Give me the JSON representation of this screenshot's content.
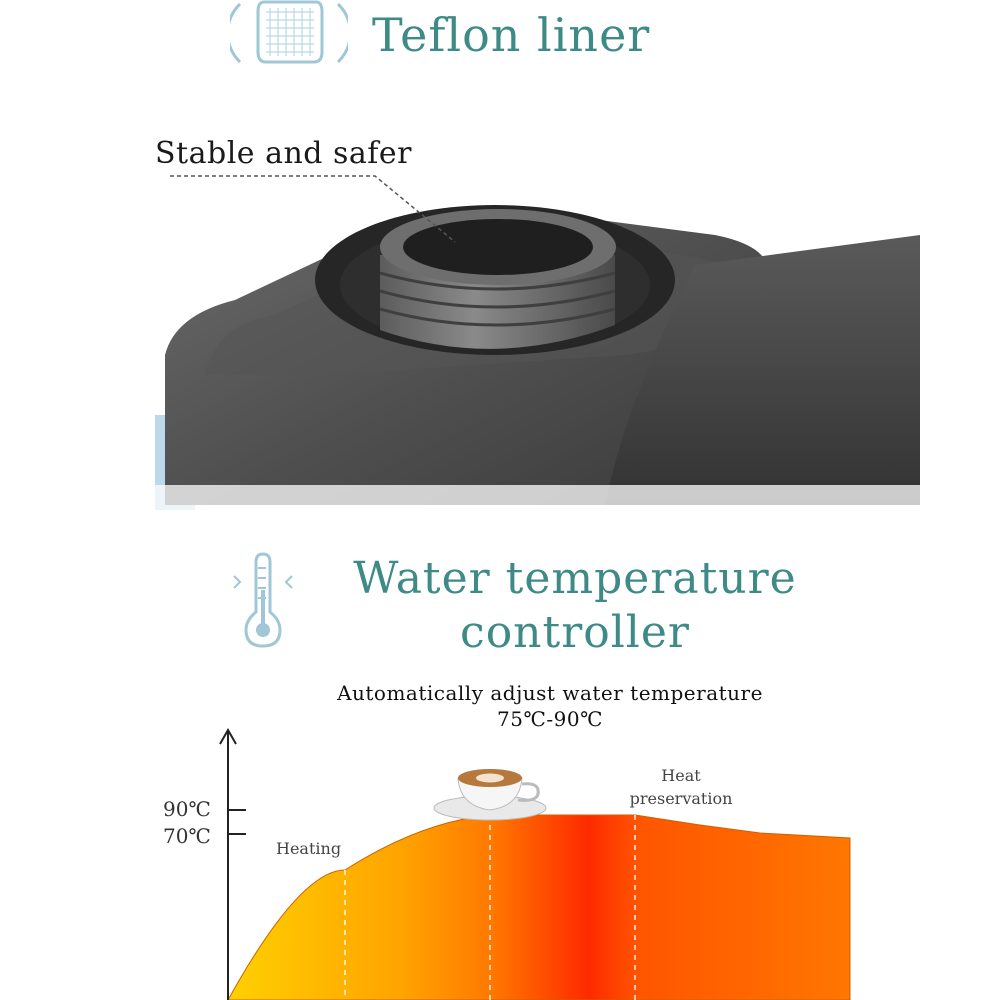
{
  "colors": {
    "accent": "#3d8a86",
    "icon": "#9fc7d6"
  },
  "header_top": {
    "title": "Teflon liner",
    "icon": "liner-icon"
  },
  "product": {
    "callout": "Stable and safer"
  },
  "header_bottom": {
    "title_line1": "Water temperature",
    "title_line2": "controller",
    "icon": "thermometer-icon"
  },
  "subtitle": {
    "line1": "Automatically adjust water temperature",
    "line2": "75℃-90℃"
  },
  "chart_data": {
    "type": "area",
    "y_ticks": [
      {
        "label": "90℃",
        "value": 90
      },
      {
        "label": "70℃",
        "value": 70
      }
    ],
    "phases": [
      {
        "label": "Heating"
      },
      {
        "label": "Heat",
        "label2": "preservation"
      }
    ],
    "cup_icon": "coffee-cup-icon"
  }
}
